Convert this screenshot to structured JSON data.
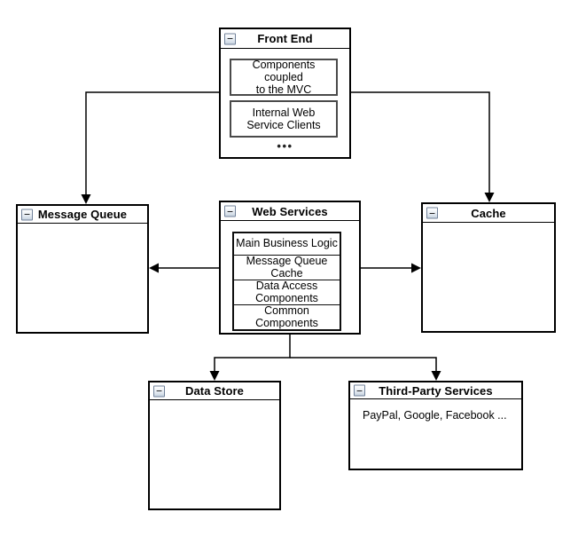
{
  "canvas": {
    "background": "#ffffff",
    "stroke_color": "#000000",
    "collapse_icon_border": "#70819a"
  },
  "icons": {
    "collapse_glyph": "−"
  },
  "nodes": {
    "front_end": {
      "title": "Front End",
      "item_mvc": "Components coupled\nto the MVC",
      "item_internal": "Internal Web\nService Clients",
      "ellipsis": "•••"
    },
    "message_queue": {
      "title": "Message Queue"
    },
    "web_services": {
      "title": "Web Services",
      "cells": [
        "Main Business Logic",
        "Message Queue\nCache",
        "Data Access\nComponents",
        "Common\nComponents"
      ]
    },
    "cache": {
      "title": "Cache"
    },
    "data_store": {
      "title": "Data Store"
    },
    "third_party_services": {
      "title": "Third-Party Services",
      "body": "PayPal, Google, Facebook ..."
    }
  },
  "connectors": [
    {
      "from": "front_end",
      "to": "message_queue"
    },
    {
      "from": "front_end",
      "to": "cache"
    },
    {
      "from": "web_services",
      "to": "message_queue"
    },
    {
      "from": "web_services",
      "to": "cache"
    },
    {
      "from": "web_services",
      "to": "data_store"
    },
    {
      "from": "web_services",
      "to": "third_party_services"
    }
  ]
}
